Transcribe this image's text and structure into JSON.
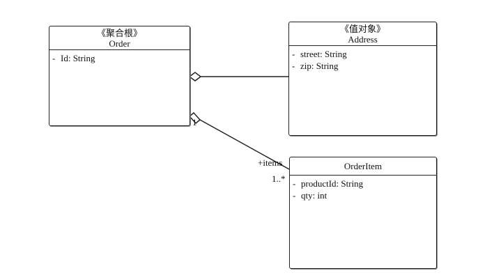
{
  "classes": {
    "order": {
      "stereotype": "《聚合根》",
      "name": "Order",
      "attributes": [
        {
          "visibility": "-",
          "text": "Id: String"
        }
      ]
    },
    "address": {
      "stereotype": "《值对象》",
      "name": "Address",
      "attributes": [
        {
          "visibility": "-",
          "text": "street: String"
        },
        {
          "visibility": "-",
          "text": "zip: String"
        }
      ]
    },
    "orderitem": {
      "name": "OrderItem",
      "attributes": [
        {
          "visibility": "-",
          "text": "productId: String"
        },
        {
          "visibility": "-",
          "text": "qty: int"
        }
      ]
    }
  },
  "relationships": {
    "order_address": {
      "type": "aggregation"
    },
    "order_items": {
      "type": "composition",
      "source_multiplicity": "1",
      "target_role": "+items",
      "target_multiplicity": "1..*"
    }
  },
  "colors": {
    "line": "#222222",
    "background": "#ffffff"
  }
}
